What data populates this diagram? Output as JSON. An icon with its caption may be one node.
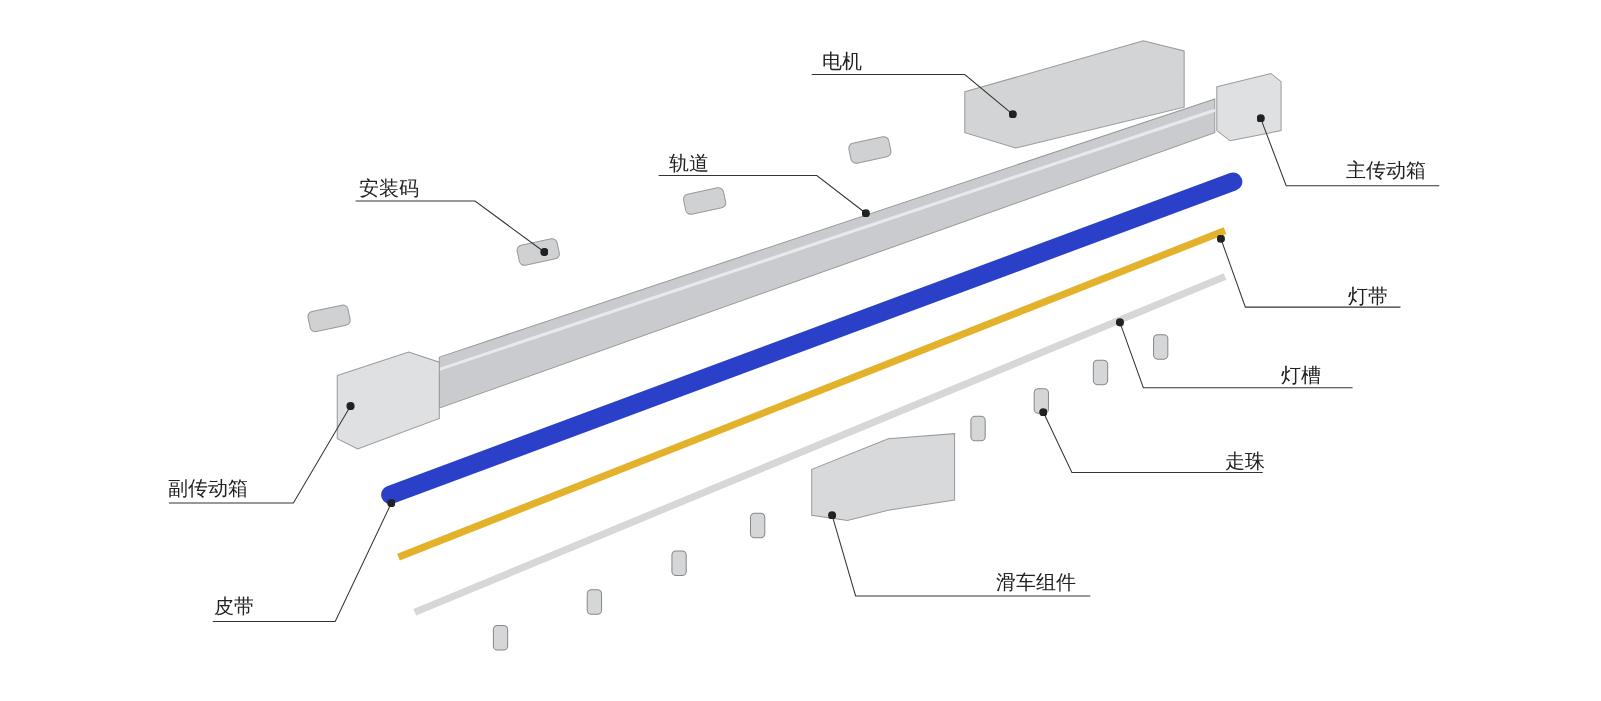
{
  "diagram": {
    "nodes": [
      {
        "text": [
          "电机"
        ]
      },
      {
        "text": [
          "轨道"
        ]
      },
      {
        "text": [
          "主传动箱"
        ]
      },
      {
        "text": [
          "安装码"
        ]
      },
      {
        "text": [
          "灯带"
        ]
      },
      {
        "text": [
          "灯槽"
        ]
      },
      {
        "text": [
          "走珠"
        ]
      },
      {
        "text": [
          "副传动箱"
        ]
      },
      {
        "text": [
          "滑车组件"
        ]
      },
      {
        "text": [
          "皮带"
        ]
      }
    ],
    "edges": [
      {
        "from": 0,
        "to": null,
        "arrow": "other"
      },
      {
        "from": 1,
        "to": null,
        "arrow": "other"
      },
      {
        "from": 2,
        "to": null,
        "arrow": "other"
      },
      {
        "from": 3,
        "to": null,
        "arrow": "other"
      },
      {
        "from": 4,
        "to": null,
        "arrow": "other"
      },
      {
        "from": 5,
        "to": null,
        "arrow": "other"
      },
      {
        "from": 6,
        "to": null,
        "arrow": "other"
      },
      {
        "from": 7,
        "to": null,
        "arrow": "other"
      },
      {
        "from": 8,
        "to": null,
        "arrow": "other"
      },
      {
        "from": 9,
        "to": null,
        "arrow": "other"
      }
    ]
  }
}
